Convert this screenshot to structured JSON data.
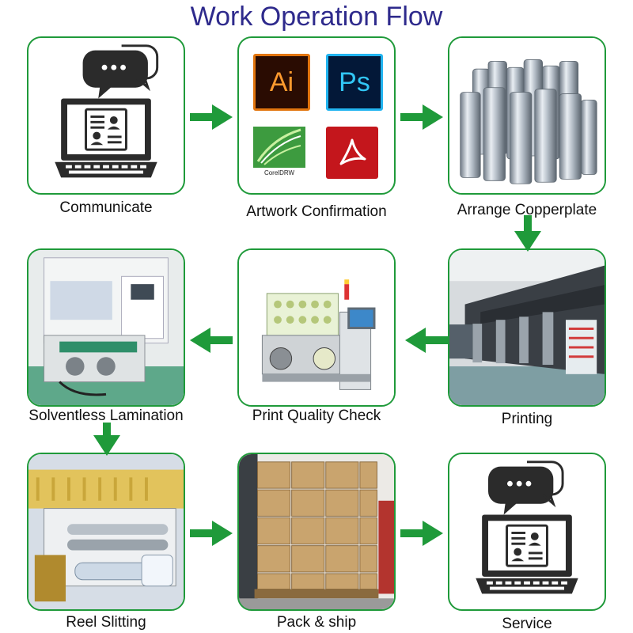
{
  "title": "Work Operation Flow",
  "colors": {
    "title": "#2e2a8c",
    "border": "#1f9a3a",
    "arrow": "#1f9a3a"
  },
  "steps": [
    {
      "label": "Communicate",
      "icon": "chat-laptop-icon"
    },
    {
      "label": "Artwork Confirmation",
      "icon": "design-software-icons"
    },
    {
      "label": "Arrange Copperplate",
      "icon": "copper-cylinders-photo"
    },
    {
      "label": "Printing",
      "icon": "printing-press-photo"
    },
    {
      "label": "Print Quality Check",
      "icon": "inspection-machine-photo"
    },
    {
      "label": "Solventless Lamination",
      "icon": "lamination-machine-photo"
    },
    {
      "label": "Reel Slitting",
      "icon": "slitting-machine-photo"
    },
    {
      "label": "Pack & ship",
      "icon": "boxes-pallet-photo"
    },
    {
      "label": "Service",
      "icon": "chat-laptop-icon"
    }
  ],
  "software": {
    "ai": "Ai",
    "ps": "Ps",
    "corel": "CorelDRW"
  }
}
